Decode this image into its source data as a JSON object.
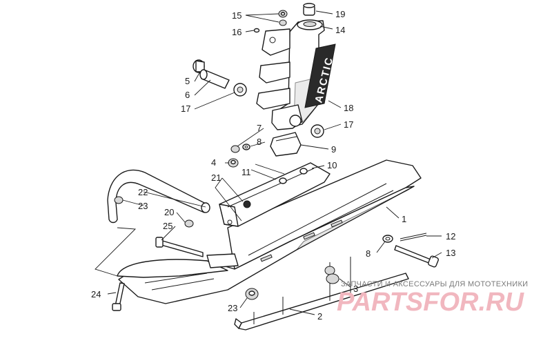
{
  "callouts": {
    "c1": "1",
    "c2": "2",
    "c3": "3",
    "c4": "4",
    "c5": "5",
    "c6": "6",
    "c7": "7",
    "c8a": "8",
    "c8b": "8",
    "c9": "9",
    "c10": "10",
    "c11": "11",
    "c12": "12",
    "c13": "13",
    "c14": "14",
    "c15": "15",
    "c16": "16",
    "c17a": "17",
    "c17b": "17",
    "c18": "18",
    "c19": "19",
    "c20": "20",
    "c21": "21",
    "c22": "22",
    "c23a": "23",
    "c23b": "23",
    "c24": "24",
    "c25": "25"
  },
  "spindle_decal": "ARCTIC",
  "watermark": {
    "caption": "ЗАПЧАСТИ И АКСЕССУАРЫ ДЛЯ МОТОТЕХНИКИ",
    "logo": "PARTSFOR.RU",
    "color": "#f1b7bf"
  }
}
